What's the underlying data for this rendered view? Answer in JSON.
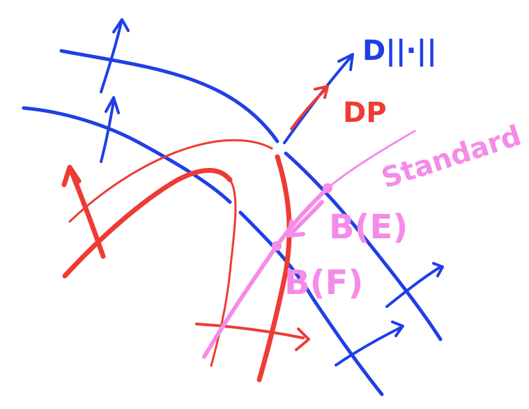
{
  "labels": {
    "blue_arrow": "D||·||",
    "red_arrow": "DP",
    "standard": "Standard",
    "point_e": "B(E)",
    "point_f": "B(F)"
  },
  "colors": {
    "blue": "#1f3fe6",
    "red": "#ee3b34",
    "pink": "#f58be8",
    "background": "#ffffff"
  }
}
